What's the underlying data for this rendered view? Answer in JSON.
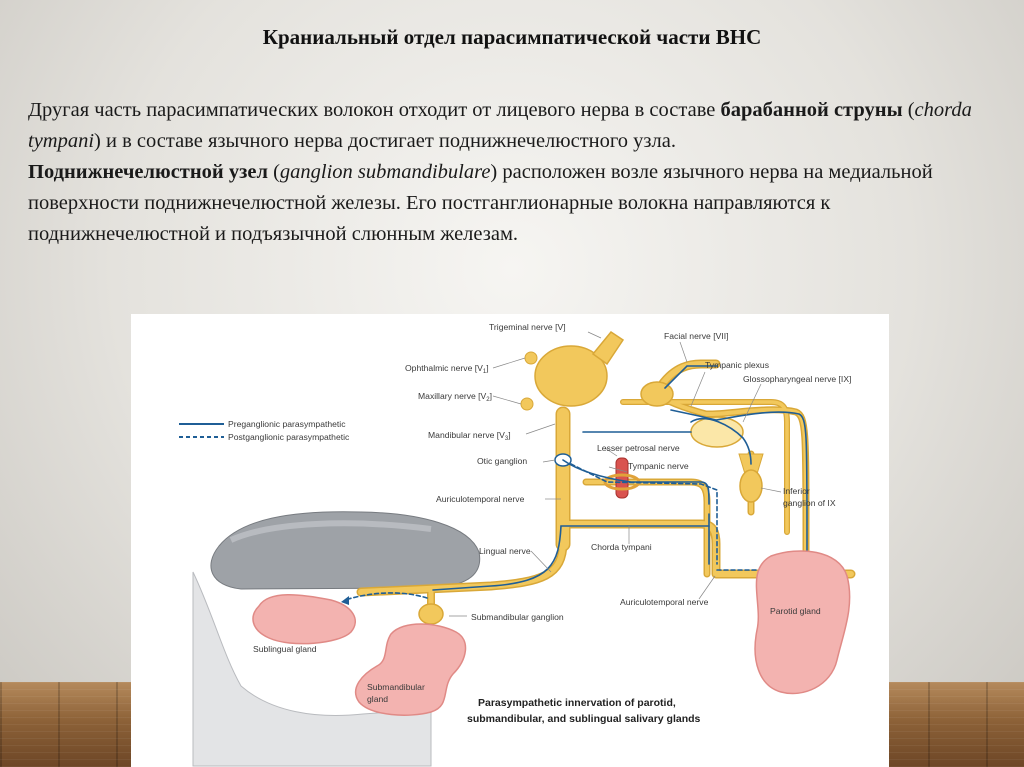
{
  "slide": {
    "title": "Краниальный отдел парасимпатической части ВНС",
    "paragraph1": {
      "part1": "Другая часть парасимпатических волокон отходит от лицевого нерва в составе ",
      "bold": "барабанной струны",
      "part2": " (",
      "italic": "chorda tympani",
      "part3": ") и в составе язычного нерва достигает поднижнечелюстного узла."
    },
    "paragraph2": {
      "bold": "Поднижнечелюстной узел",
      "part1": " (",
      "italic": "ganglion submandibulare",
      "part2": ") расположен возле язычного нерва на медиальной поверхности поднижнечелюстной железы. Его постганглионарные волокна направляются к поднижнечелюстной и подъязычной слюнным железам."
    }
  },
  "figure": {
    "legend": {
      "preganglionic": "Preganglionic parasympathetic",
      "postganglionic": "Postganglionic parasympathetic"
    },
    "labels": {
      "trigeminal": "Trigeminal nerve [V]",
      "ophthalmic": "Ophthalmic nerve [V",
      "ophthalmic_sub": "1",
      "maxillary": "Maxillary nerve [V",
      "maxillary_sub": "2",
      "mandibular": "Mandibular nerve [V",
      "mandibular_sub": "3",
      "otic_ganglion": "Otic ganglion",
      "auriculotemporal1": "Auriculotemporal nerve",
      "lingual": "Lingual nerve",
      "facial": "Facial nerve [VII]",
      "tympanic_plexus": "Tympanic plexus",
      "glossopharyngeal": "Glossopharyngeal nerve [IX]",
      "lesser_petrosal": "Lesser petrosal nerve",
      "tympanic_nerve": "Tympanic nerve",
      "inferior_ganglion_1": "Inferior",
      "inferior_ganglion_2": "ganglion of IX",
      "chorda_tympani": "Chorda tympani",
      "submandibular_ganglion": "Submandibular ganglion",
      "auriculotemporal2": "Auriculotemporal nerve",
      "parotid": "Parotid gland",
      "sublingual": "Sublingual gland",
      "submandibular_gland_1": "Submandibular",
      "submandibular_gland_2": "gland"
    },
    "caption_line1": "Parasympathetic innervation of parotid,",
    "caption_line2": "submandibular, and sublingual salivary glands"
  },
  "colors": {
    "nerve": "#f2c85c",
    "nerve_outline": "#d9a838",
    "fiber": "#1f5e96",
    "gland": "#f3b3b0",
    "gland_outline": "#e08a86",
    "tongue": "#9a9ea3"
  }
}
